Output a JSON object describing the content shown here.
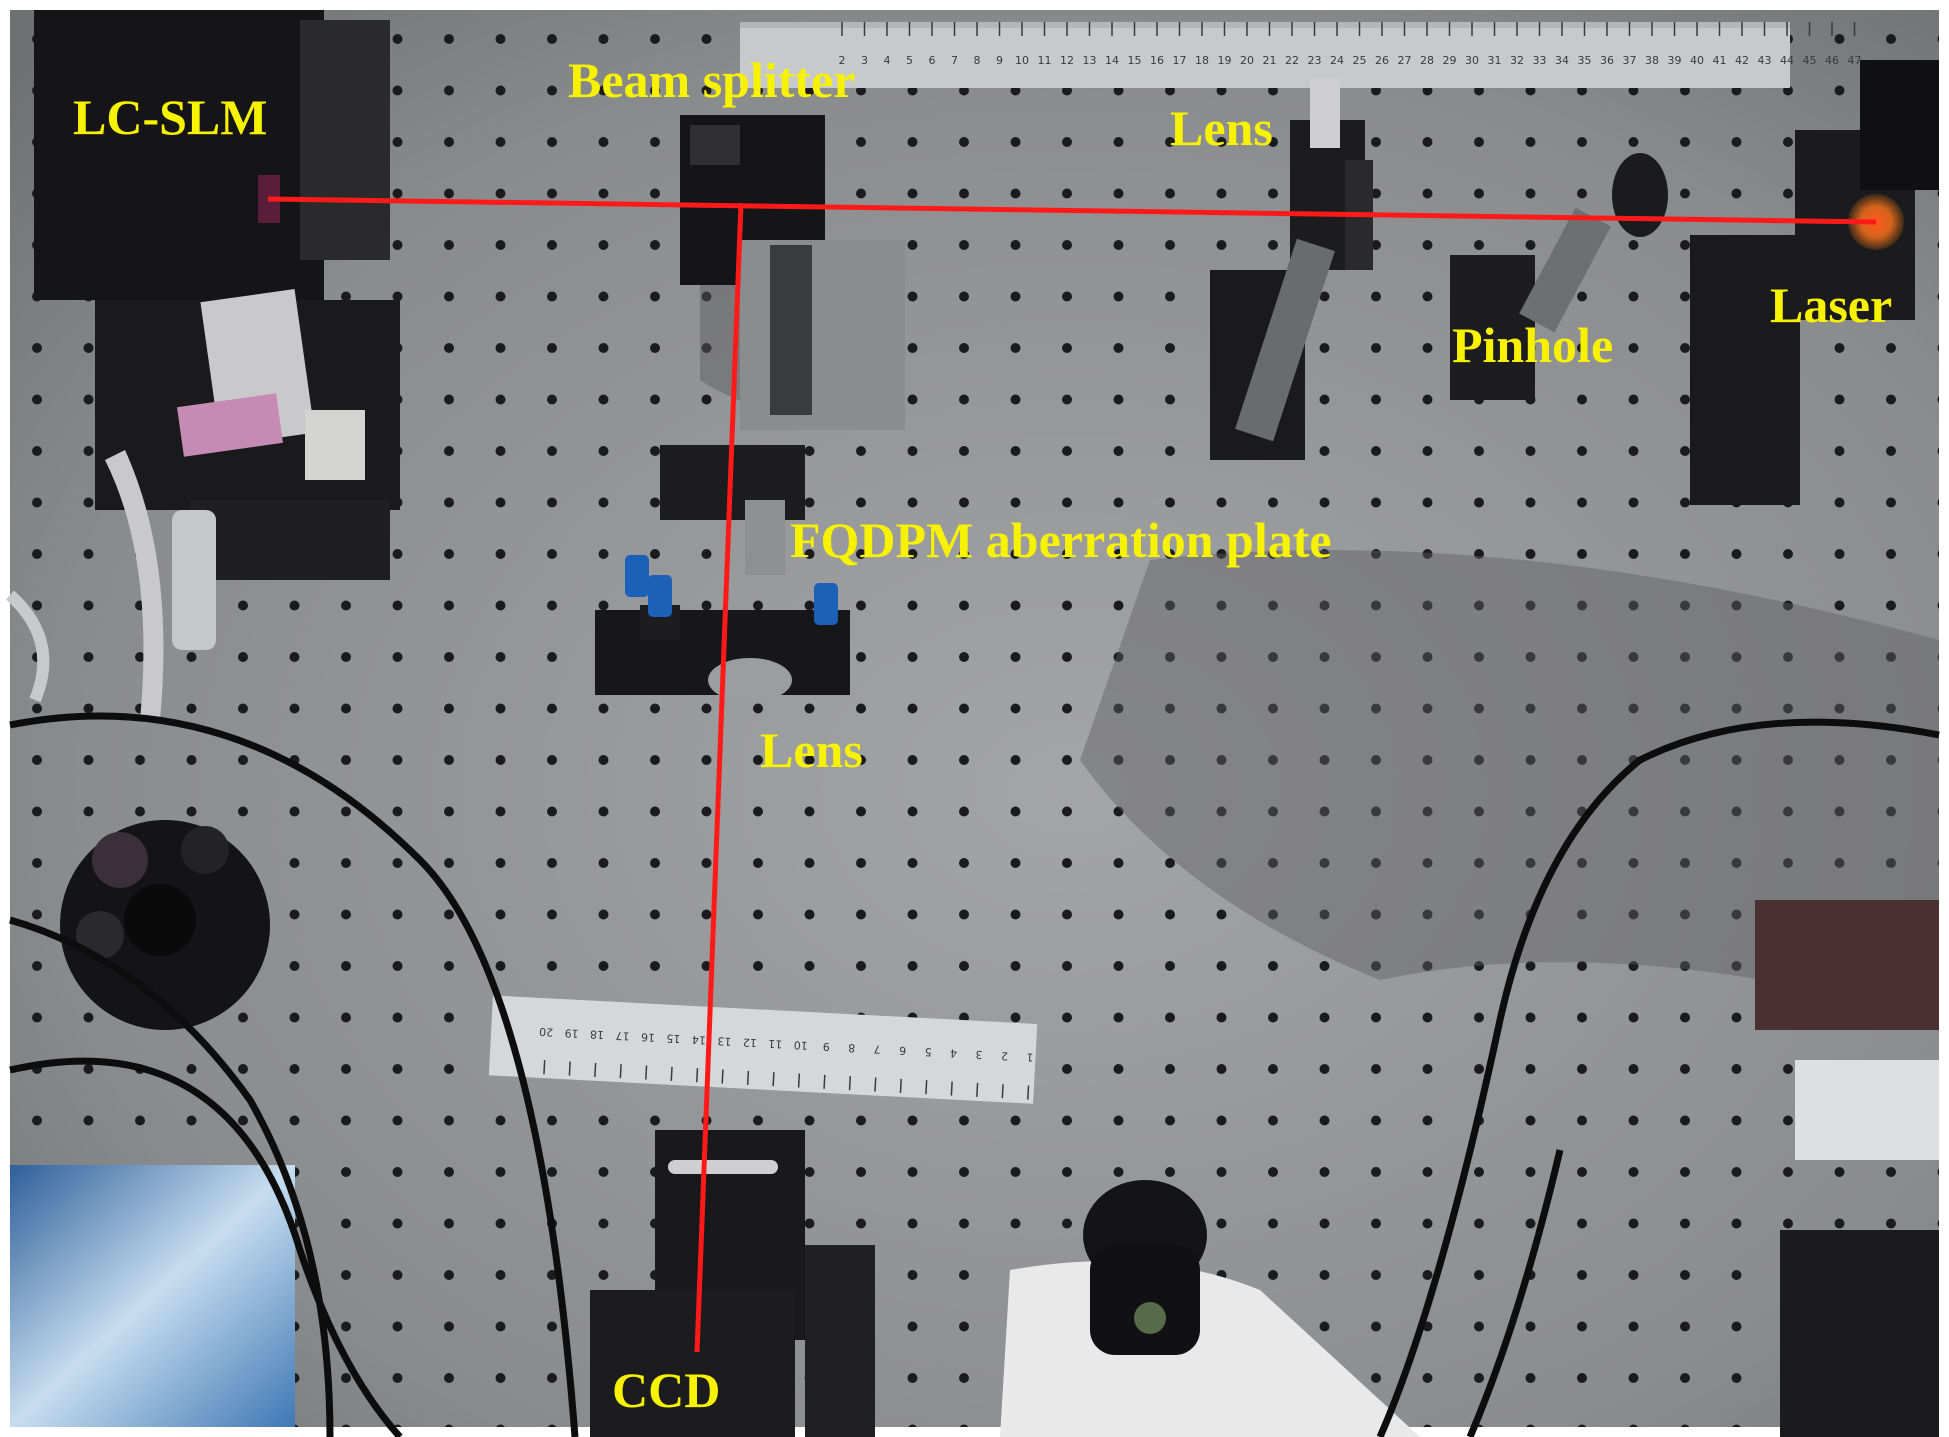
{
  "labels": {
    "lc_slm": "LC-SLM",
    "beam_splitter": "Beam splitter",
    "lens_top": "Lens",
    "laser": "Laser",
    "pinhole": "Pinhole",
    "aberration_plate": "FQDPM aberration plate",
    "lens_middle": "Lens",
    "ccd": "CCD"
  },
  "ruler_top": {
    "ticks": [
      "2",
      "3",
      "4",
      "5",
      "6",
      "7",
      "8",
      "9",
      "10",
      "11",
      "12",
      "13",
      "14",
      "15",
      "16",
      "17",
      "18",
      "19",
      "20",
      "21",
      "22",
      "23",
      "24",
      "25",
      "26",
      "27",
      "28",
      "29",
      "30",
      "31",
      "32",
      "33",
      "34",
      "35",
      "36",
      "37",
      "38",
      "39",
      "40",
      "41",
      "42",
      "43",
      "44",
      "45",
      "46",
      "47"
    ]
  },
  "ruler_bottom": {
    "ticks": [
      "20",
      "19",
      "18",
      "17",
      "16",
      "15",
      "14",
      "13",
      "12",
      "11",
      "10",
      "9",
      "8",
      "7",
      "6",
      "5",
      "4",
      "3",
      "2",
      "1"
    ]
  },
  "colors": {
    "label": "#f7f200",
    "beam": "#ff1a1a",
    "table": "#8f9092"
  }
}
